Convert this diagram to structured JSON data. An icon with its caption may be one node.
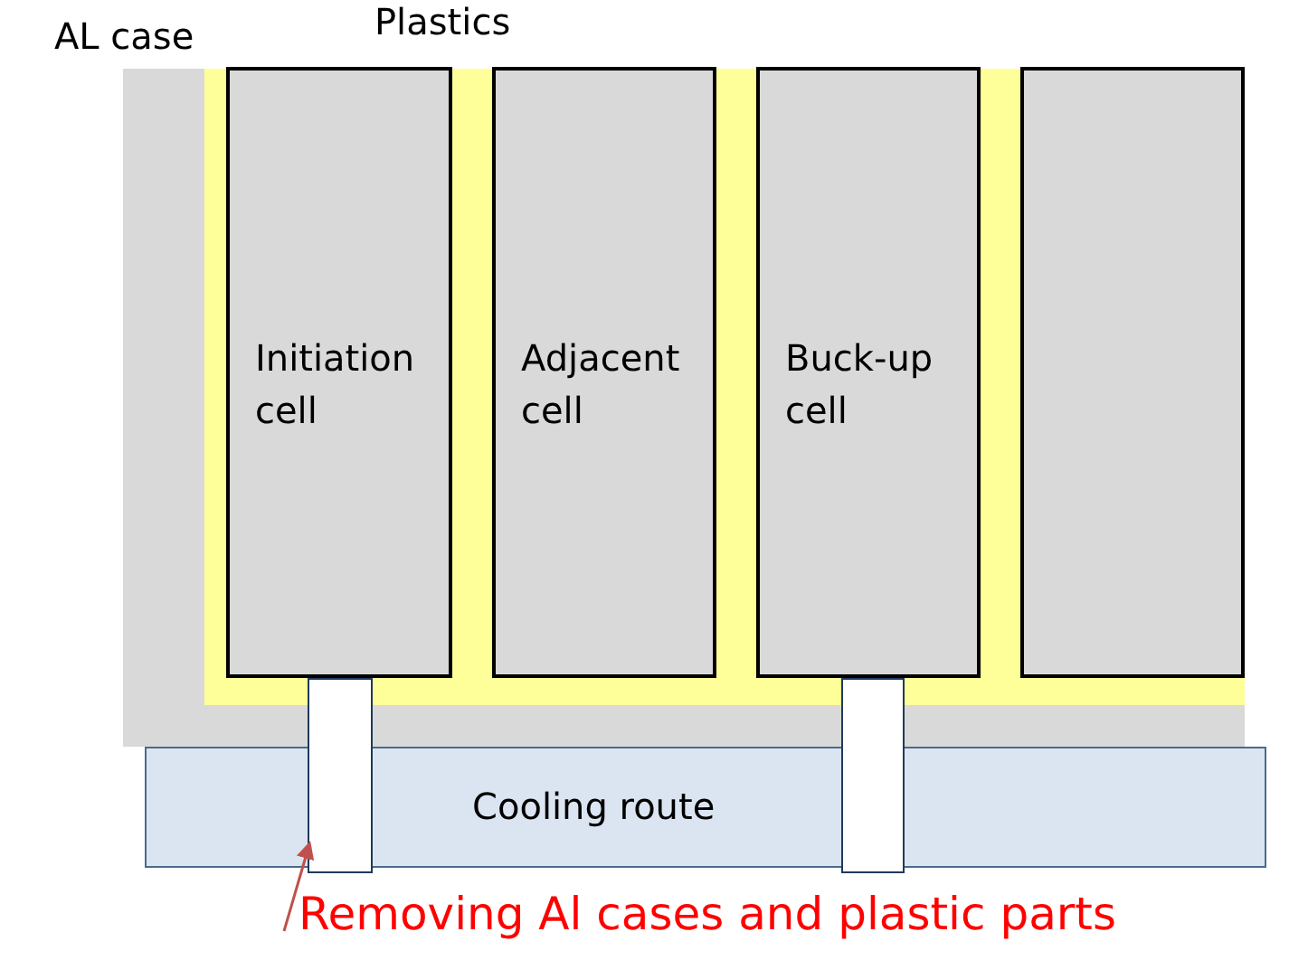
{
  "diagram": {
    "nodes": [
      {
        "text": [
          "AL case"
        ]
      },
      {
        "text": [
          "Plastics"
        ],
        "in": 0
      },
      {
        "text": [
          "Initiation cell"
        ],
        "in": 1
      },
      {
        "text": [
          "Adjacent cell"
        ],
        "in": 1
      },
      {
        "text": [
          "Buck-up cell"
        ],
        "in": 1
      },
      {
        "text": [],
        "shape": "box",
        "in": 1
      },
      {
        "text": [
          "Cooling route"
        ]
      },
      {
        "text": [],
        "shape": "box"
      },
      {
        "text": [],
        "shape": "box"
      },
      {
        "text": [
          "Removing Al cases and plastic parts"
        ]
      }
    ],
    "edges": [
      {
        "from": 9,
        "to": 7,
        "arrow": "to"
      }
    ]
  }
}
